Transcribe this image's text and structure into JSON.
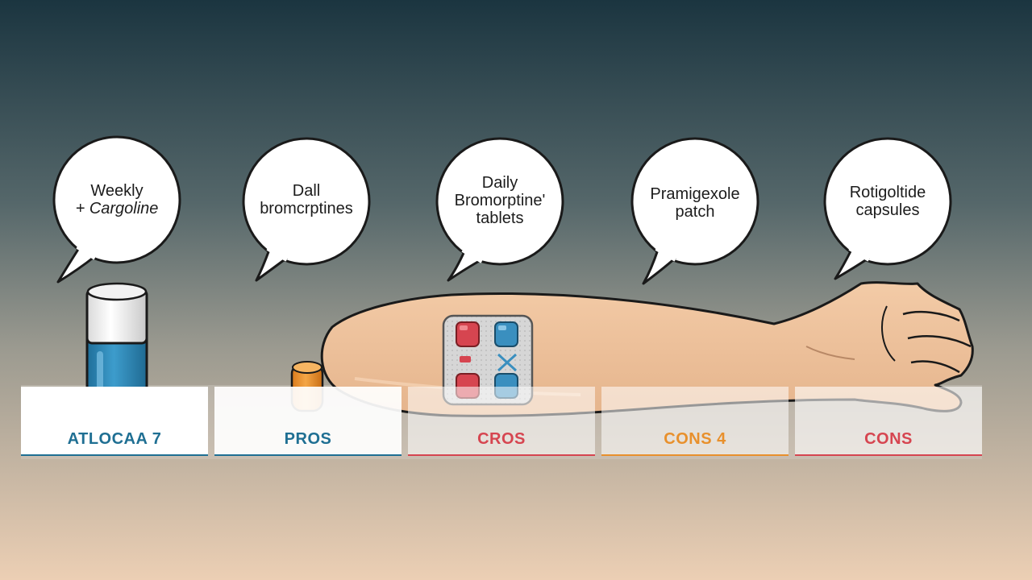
{
  "bubbles": [
    {
      "line1": "Weekly",
      "line2": "+ Cargoline"
    },
    {
      "line1": "Dall",
      "line2": "bromcrptines"
    },
    {
      "line1": "Daily",
      "line2": "Bromorptine'",
      "line3": "tablets"
    },
    {
      "line1": "Pramigexole",
      "line2": "patch"
    },
    {
      "line1": "Rotigoltide",
      "line2": "capsules"
    }
  ],
  "labels": [
    {
      "text": "ATLOCAA 7",
      "color": "#1f6f93"
    },
    {
      "text": "PROS",
      "color": "#1f6f93"
    },
    {
      "text": "CROS",
      "color": "#d64550"
    },
    {
      "text": "CONS 4",
      "color": "#e8902c"
    },
    {
      "text": "CONS",
      "color": "#d64550"
    }
  ],
  "colors": {
    "background_top": "#1d3640",
    "background_mid": "#8a8d87",
    "background_bottom": "#e8cdb3",
    "skin": "#efc4a0",
    "bottle_liquid": "#2f87b4",
    "pill_orange": "#e8902c",
    "pill_red": "#d64550",
    "pill_blue": "#3a8fbf"
  }
}
